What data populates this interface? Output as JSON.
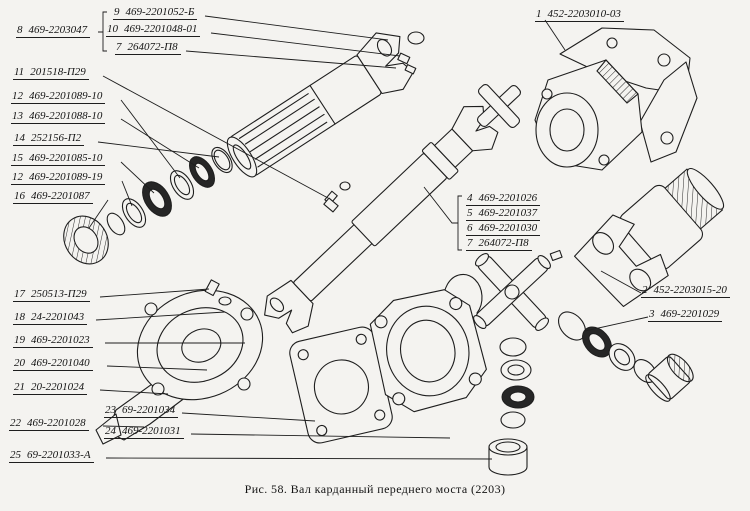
{
  "figure": {
    "caption": "Рис. 58. Вал карданный переднего моста (2203)"
  },
  "labels": [
    {
      "num": "9",
      "code": "469-2201052-Б"
    },
    {
      "num": "8",
      "code": "469-2203047"
    },
    {
      "num": "10",
      "code": "469-2201048-01"
    },
    {
      "num": "7",
      "code": "264072-П8"
    },
    {
      "num": "11",
      "code": "201518-П29"
    },
    {
      "num": "12",
      "code": "469-2201089-10"
    },
    {
      "num": "13",
      "code": "469-2201088-10"
    },
    {
      "num": "14",
      "code": "252156-П2"
    },
    {
      "num": "15",
      "code": "469-2201085-10"
    },
    {
      "num": "12",
      "code": "469-2201089-19"
    },
    {
      "num": "16",
      "code": "469-2201087"
    },
    {
      "num": "1",
      "code": "452-2203010-03"
    },
    {
      "num": "4",
      "code": "469-2201026"
    },
    {
      "num": "5",
      "code": "469-2201037"
    },
    {
      "num": "6",
      "code": "469-2201030"
    },
    {
      "num": "7",
      "code": "264072-П8"
    },
    {
      "num": "2",
      "code": "452-2203015-20"
    },
    {
      "num": "3",
      "code": "469-2201029"
    },
    {
      "num": "17",
      "code": "250513-П29"
    },
    {
      "num": "18",
      "code": "24-2201043"
    },
    {
      "num": "19",
      "code": "469-2201023"
    },
    {
      "num": "20",
      "code": "469-2201040"
    },
    {
      "num": "21",
      "code": "20-2201024"
    },
    {
      "num": "22",
      "code": "469-2201028"
    },
    {
      "num": "23",
      "code": "69-2201034"
    },
    {
      "num": "24",
      "code": "469-2201031"
    },
    {
      "num": "25",
      "code": "69-2201033-А"
    }
  ]
}
